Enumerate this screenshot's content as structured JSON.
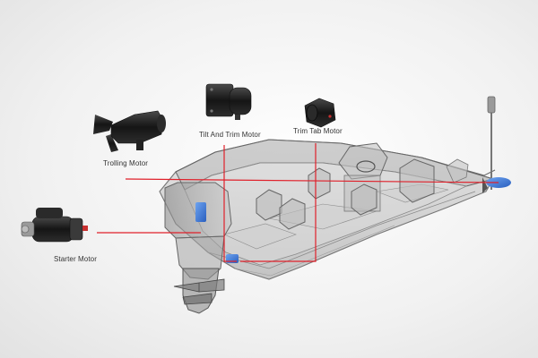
{
  "diagram": {
    "labels": {
      "tilt_and_trim_motor": "Tilt And Trim Motor",
      "trim_tab_motor": "Trim Tab Motor",
      "trolling_motor": "Trolling Motor",
      "starter_motor": "Starter Motor"
    },
    "colors": {
      "connector_line": "#e0202a",
      "motor_highlight": "#3a78d8",
      "motor_body": "#1c1c1c",
      "hull_outline": "#707070",
      "hull_fill": "#c9c9c9"
    }
  }
}
